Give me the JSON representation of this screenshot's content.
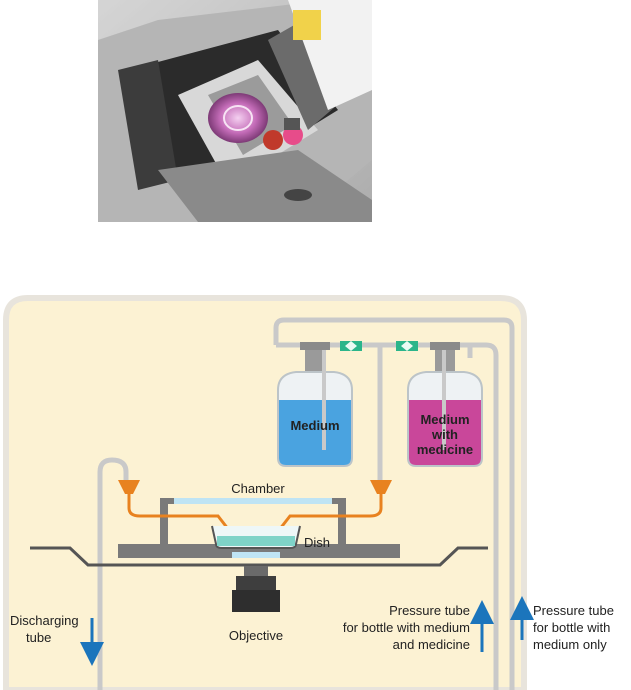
{
  "labels": {
    "chamber": "Chamber",
    "dish": "Dish",
    "objective": "Objective",
    "medium": "Medium",
    "medium_with_medicine": [
      "Medium",
      "with",
      "medicine"
    ],
    "discharging_tube": [
      "Discharging",
      "tube"
    ],
    "pressure_tube_both": [
      "Pressure tube",
      "for bottle with medium",
      "and medicine"
    ],
    "pressure_tube_medium_only": [
      "Pressure tube",
      "for bottle with",
      "medium only"
    ]
  },
  "colors": {
    "housing_fill": "#fcf2d3",
    "housing_border": "#e8e4dc",
    "tube": "#c9c9c9",
    "flow_tube": "#e8821f",
    "medium_liquid": "#4aa3e0",
    "medicine_liquid": "#c9479a",
    "connector": "#2bb58a",
    "arrow": "#1b75bc",
    "stage": "#7a7a7a",
    "chamber_glass": "#bfe4f4",
    "dish_liquid": "#7fd3c8"
  }
}
